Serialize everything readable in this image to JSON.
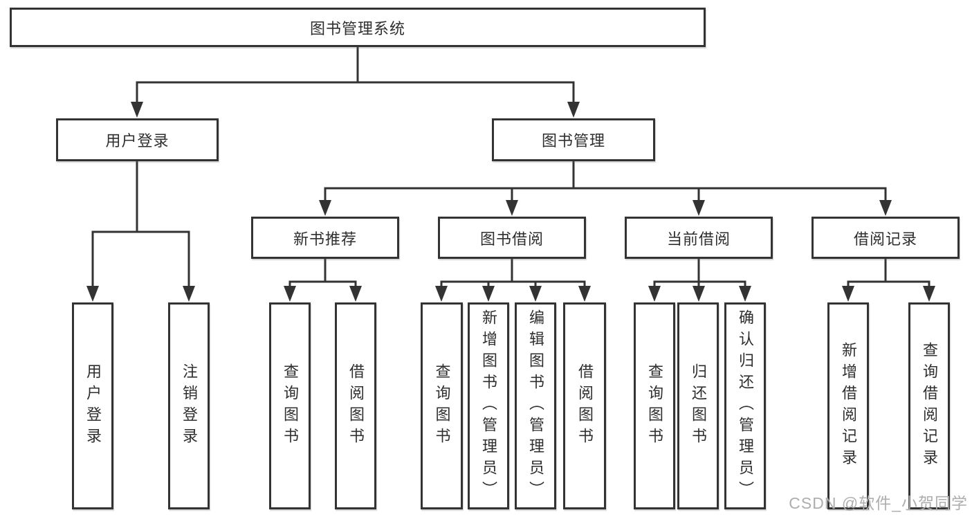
{
  "diagram": {
    "title_node": {
      "label": "图书管理系统"
    },
    "level2": [
      {
        "label": "用户登录"
      },
      {
        "label": "图书管理"
      }
    ],
    "level3": [
      {
        "label": "新书推荐"
      },
      {
        "label": "图书借阅"
      },
      {
        "label": "当前借阅"
      },
      {
        "label": "借阅记录"
      }
    ],
    "leaves": [
      {
        "label": "用户登录"
      },
      {
        "label": "注销登录"
      },
      {
        "label": "查询图书"
      },
      {
        "label": "借阅图书"
      },
      {
        "label": "查询图书"
      },
      {
        "label": "新增图书（管理员）"
      },
      {
        "label": "编辑图书（管理员）"
      },
      {
        "label": "借阅图书"
      },
      {
        "label": "查询图书"
      },
      {
        "label": "归还图书"
      },
      {
        "label": "确认归还（管理员）"
      },
      {
        "label": "新增借阅记录"
      },
      {
        "label": "查询借阅记录"
      }
    ],
    "colors": {
      "line": "#333333",
      "text": "#2e2e2e",
      "watermark": "#aeaeae",
      "background": "#ffffff"
    }
  },
  "watermark": {
    "text": "CSDN @软件_小贺同学"
  }
}
